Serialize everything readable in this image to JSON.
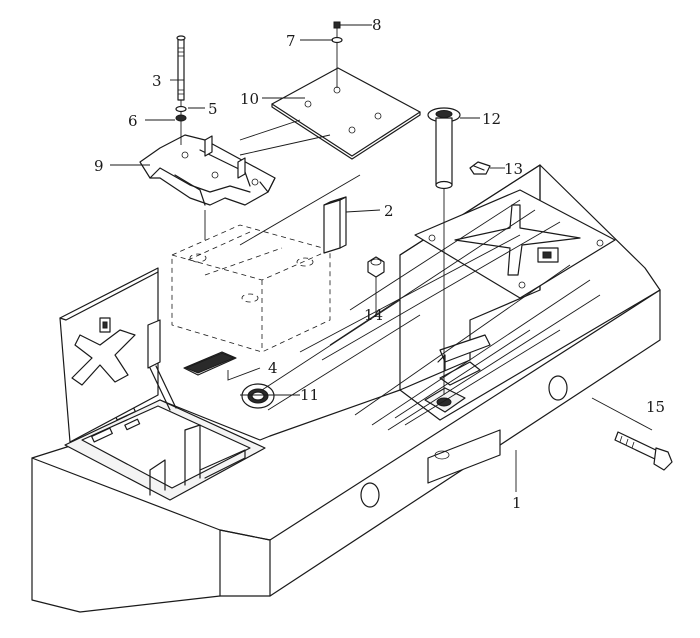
{
  "callouts": {
    "c1": "1",
    "c2": "2",
    "c3": "3",
    "c4": "4",
    "c5": "5",
    "c6": "6",
    "c7": "7",
    "c8": "8",
    "c9": "9",
    "c10": "10",
    "c11": "11",
    "c12": "12",
    "c13": "13",
    "c14": "14",
    "c15": "15"
  },
  "colors": {
    "line": "#1a1a1a",
    "background": "#ffffff"
  }
}
